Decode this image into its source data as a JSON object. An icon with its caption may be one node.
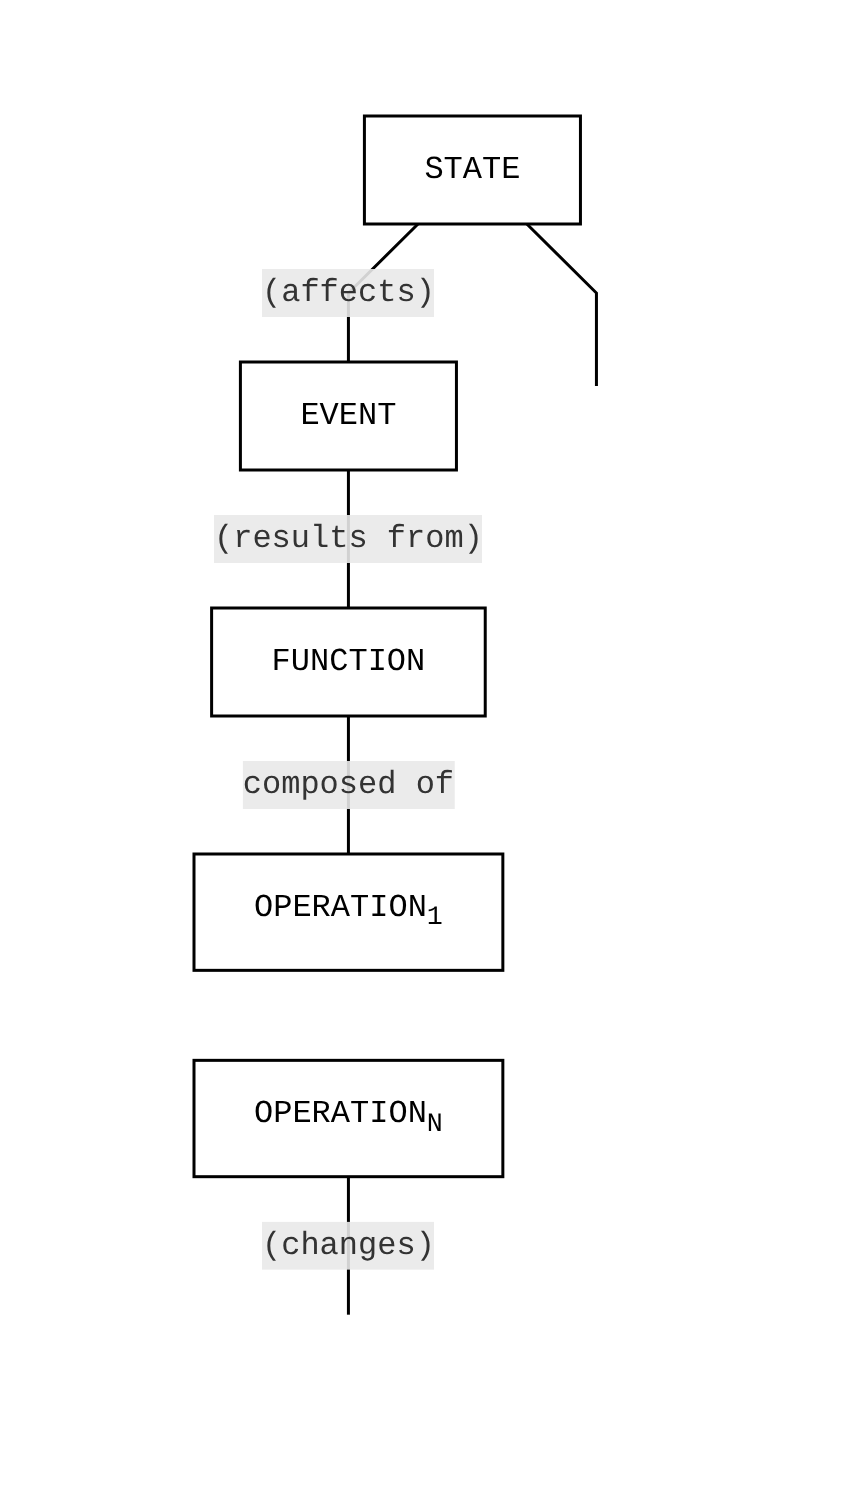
{
  "diagram": {
    "nodes": [
      {
        "text": [
          "STATE"
        ]
      },
      {
        "text": [
          "EVENT"
        ]
      },
      {
        "text": [
          "FUNCTION"
        ]
      },
      {
        "text": [
          "OPERATION$_{1}$"
        ]
      },
      {
        "text": [
          "OPERATION$_{N}$"
        ]
      }
    ],
    "edges": [
      {
        "from": 0,
        "to": null,
        "arrow": "none"
      },
      {
        "from": 0,
        "to": 1,
        "label": "(affects)",
        "arrow": "none"
      },
      {
        "from": 1,
        "to": 2,
        "label": "(results from)",
        "arrow": "none"
      },
      {
        "from": 2,
        "to": 3,
        "label": "composed of",
        "arrow": "none"
      },
      {
        "from": 4,
        "to": null,
        "label": "(changes)",
        "arrow": "none"
      }
    ]
  }
}
